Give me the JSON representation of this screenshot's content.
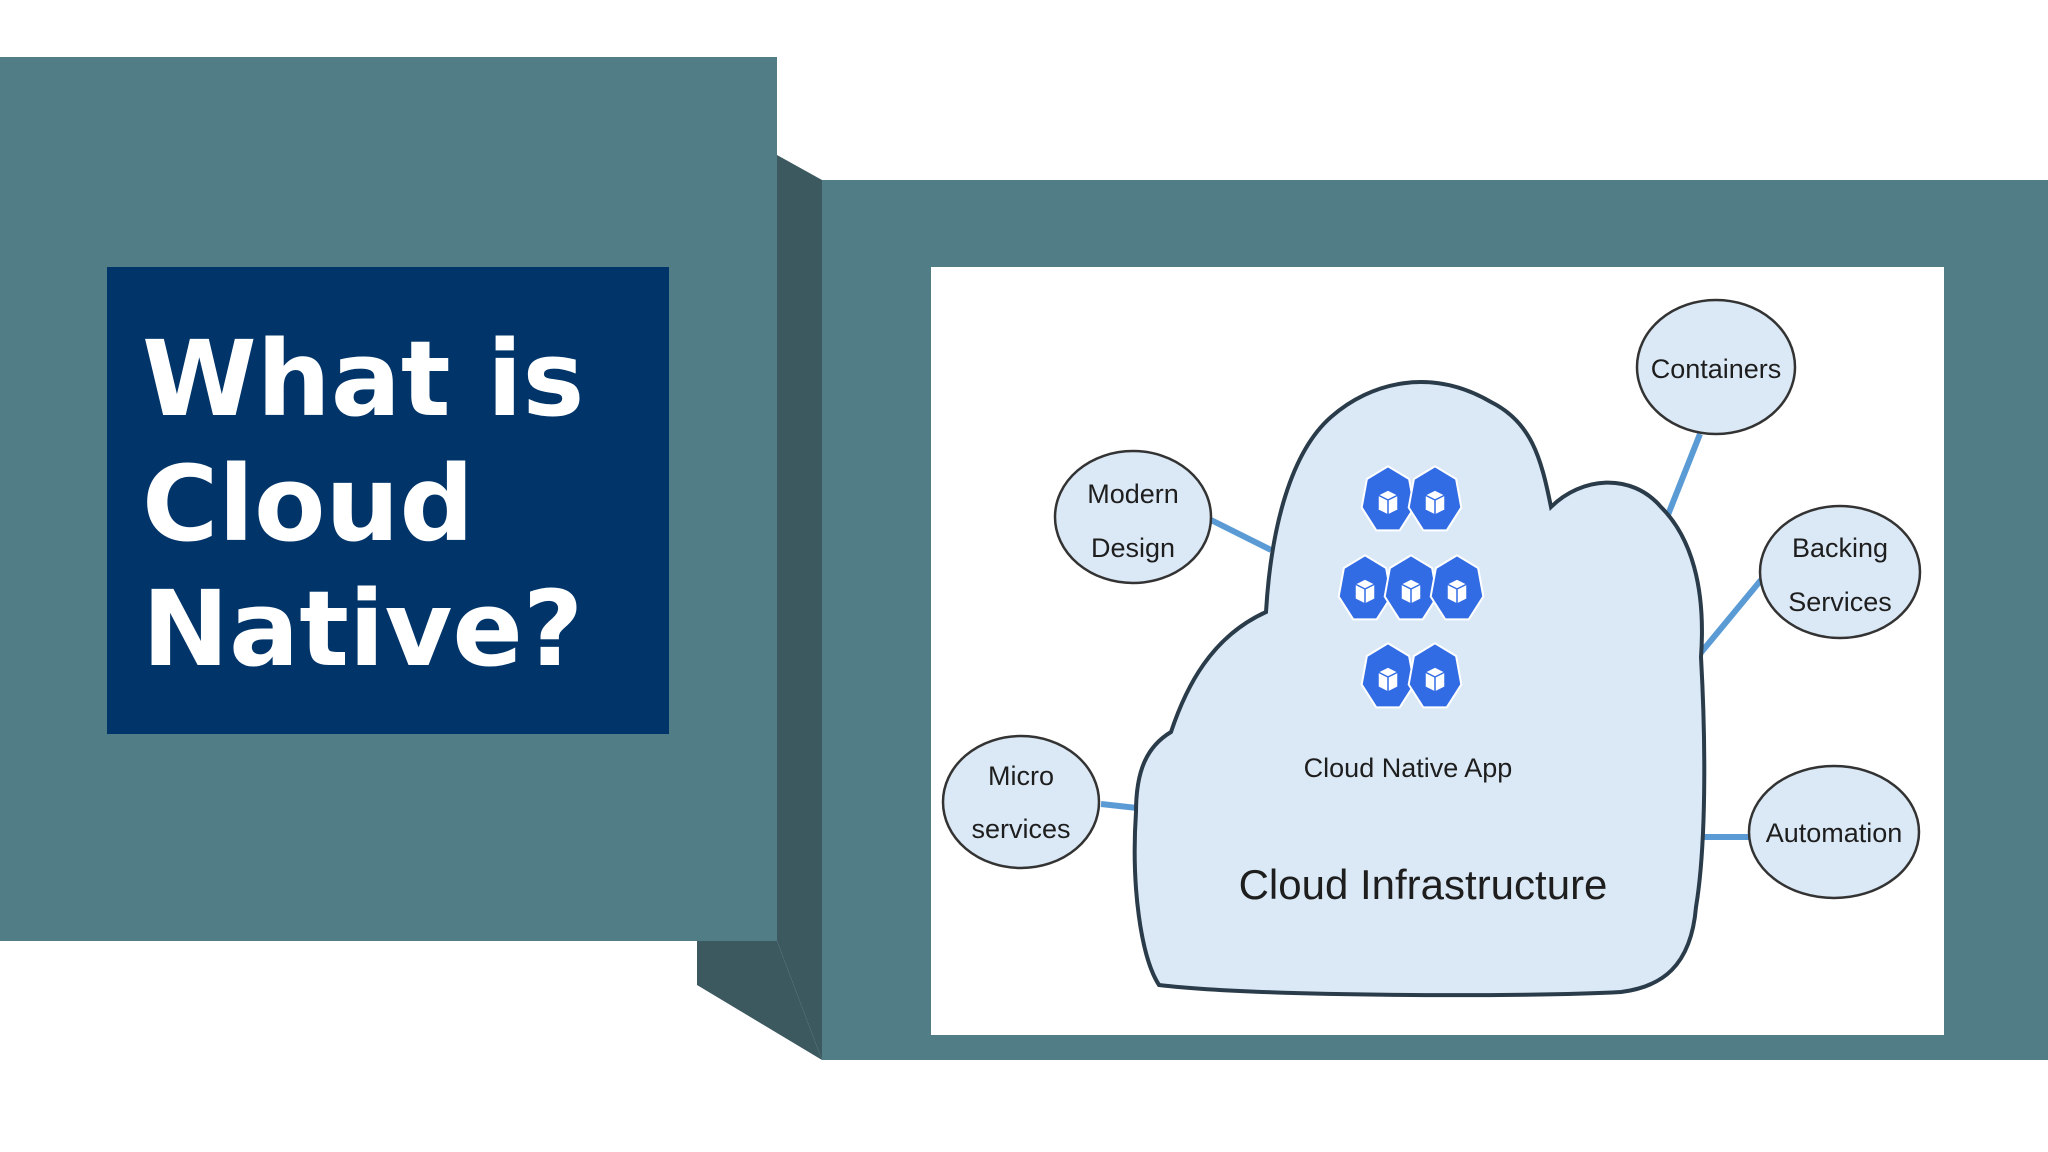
{
  "colors": {
    "panel": "#517d87",
    "panel_shadow": "#3c5960",
    "title_bg": "#01356a",
    "title_text": "#ffffff",
    "cloud_fill": "#dbe9f6",
    "cloud_stroke": "#2a3b4a",
    "bubble_fill": "#dbe9f6",
    "connector": "#5b9bd5",
    "hex_icon": "#326ce5"
  },
  "slide": {
    "title": "What is\nCloud\nNative?"
  },
  "diagram": {
    "app_icon": "kubernetes-hexagon-cluster-icon",
    "app_label": "Cloud Native App",
    "infra_label": "Cloud Infrastructure",
    "nodes": {
      "modern_design": [
        "Modern",
        "Design"
      ],
      "micro_services": [
        "Micro",
        "services"
      ],
      "containers": [
        "Containers"
      ],
      "backing_services": [
        "Backing",
        "Services"
      ],
      "automation": [
        "Automation"
      ]
    }
  }
}
